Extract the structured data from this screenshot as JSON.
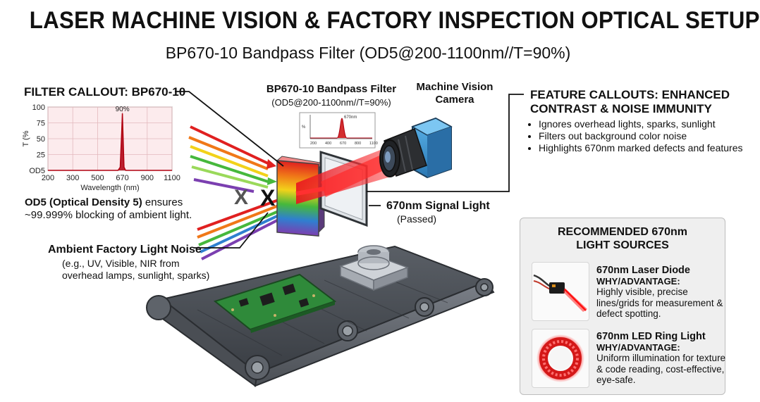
{
  "header": {
    "title": "LASER MACHINE VISION & FACTORY INSPECTION OPTICAL SETUP",
    "subtitle": "BP670-10 Bandpass Filter (OD5@200-1100nm//T=90%)"
  },
  "filter_callout": {
    "title": "FILTER CALLOUT: BP670-10",
    "od5_bold": "OD5 (Optical Density 5)",
    "od5_rest": " ensures",
    "od5_line2": "~99.999% blocking of ambient light."
  },
  "chart_data": {
    "type": "line",
    "title": "",
    "xlabel": "Wavelength (nm)",
    "ylabel": "T (%",
    "x_ticks": [
      "200",
      "300",
      "500",
      "670",
      "900",
      "1100"
    ],
    "y_ticks": [
      "100",
      "75",
      "50",
      "25",
      "OD5"
    ],
    "peak_label": "90%",
    "series": [
      {
        "x": [
          200,
          300,
          500,
          640,
          655,
          665,
          670,
          675,
          685,
          700,
          900,
          1100
        ],
        "y": [
          0,
          0,
          0,
          0,
          5,
          60,
          90,
          60,
          5,
          0,
          0,
          0
        ]
      }
    ],
    "ylim": [
      0,
      100
    ],
    "grid": true,
    "color": "#b00010"
  },
  "filter_label": {
    "title": "BP670-10 Bandpass Filter",
    "spec": "(OD5@200-1100nm//T=90%)",
    "mini_chart": {
      "label": "670nm",
      "ylabel": "%",
      "x_ticks": [
        "200",
        "400",
        "670",
        "800",
        "1100"
      ]
    }
  },
  "camera": {
    "title_line1": "Machine Vision",
    "title_line2": "Camera"
  },
  "signal": {
    "title": "670nm Signal Light",
    "note": "(Passed)"
  },
  "noise": {
    "title": "Ambient Factory Light Noise",
    "line1": "(e.g., UV, Visible, NIR from",
    "line2": "overhead lamps, sunlight, sparks)",
    "block_mark": "X"
  },
  "features": {
    "title_line1": "FEATURE CALLOUTS: ENHANCED",
    "title_line2": "CONTRAST & NOISE IMMUNITY",
    "items": [
      "Ignores overhead lights, sparks, sunlight",
      "Filters out background color noise",
      "Highlights 670nm marked defects and features"
    ]
  },
  "recommended": {
    "title_line1": "RECOMMENDED 670nm",
    "title_line2": "LIGHT SOURCES",
    "sources": [
      {
        "name": "670nm Laser Diode",
        "why": "WHY/ADVANTAGE:",
        "desc": "Highly visible, precise lines/grids for measurement & defect spotting."
      },
      {
        "name": "670nm LED Ring Light",
        "why": "WHY/ADVANTAGE:",
        "desc": "Uniform illumination for texture & code reading, cost-effective, eye-safe."
      }
    ]
  },
  "colors": {
    "laser_red": "#e8141e",
    "camera_blue": "#3d9bd6",
    "spectrum": [
      "#e02020",
      "#f07818",
      "#f2d21a",
      "#46b83c",
      "#2f7fd0",
      "#7b3fb0"
    ]
  }
}
